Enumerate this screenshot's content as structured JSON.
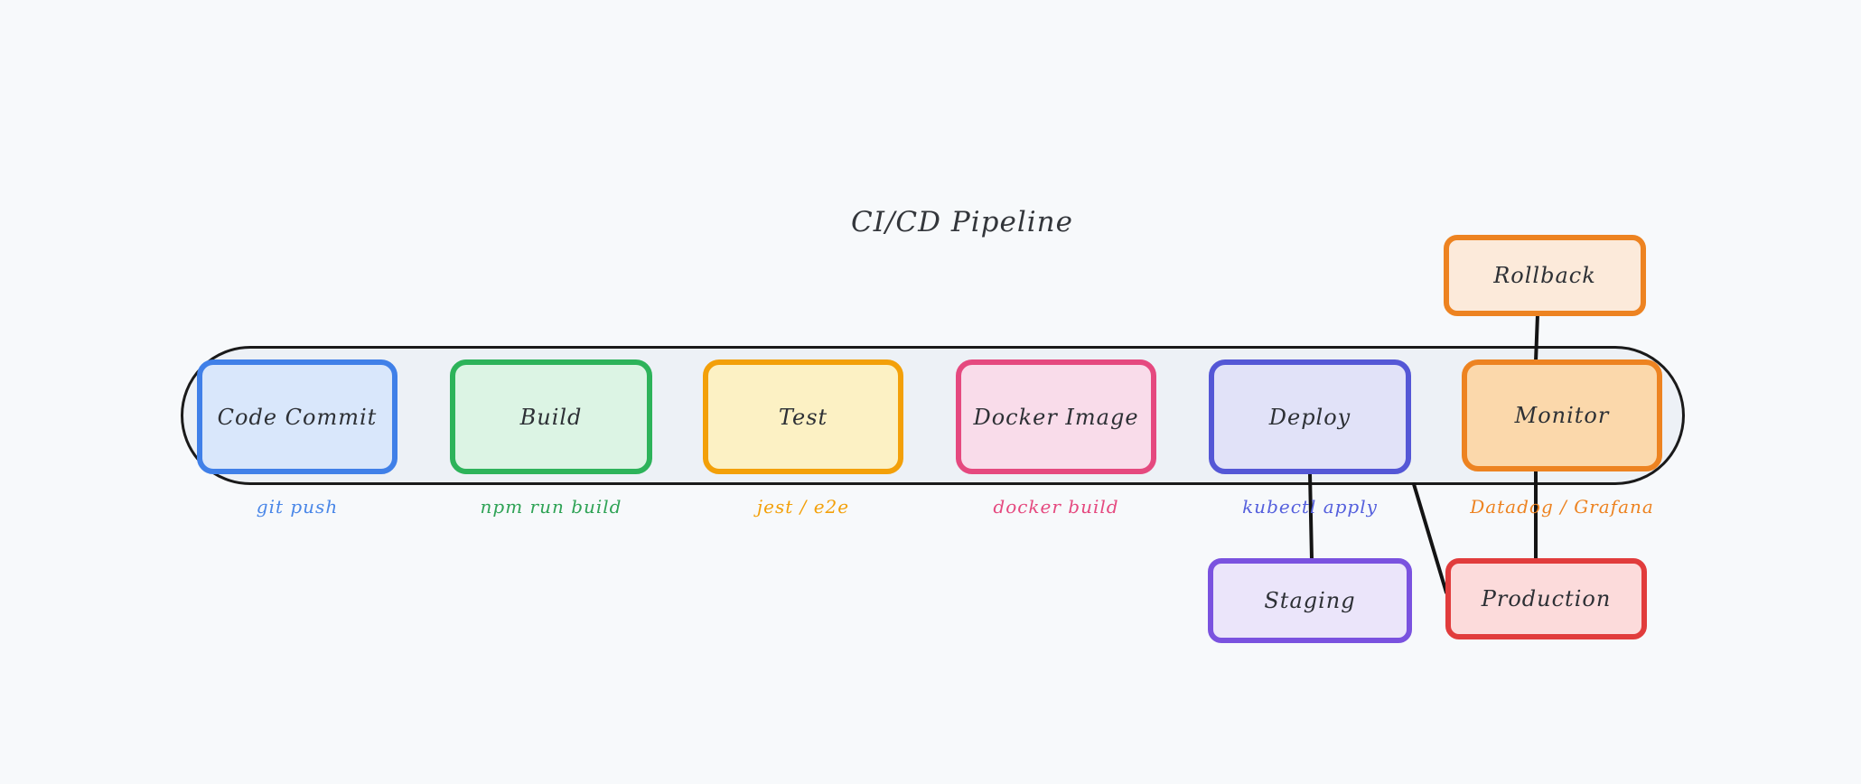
{
  "diagram": {
    "title": "CI/CD Pipeline",
    "canvas_bg": "#f7f9fb",
    "title_color": "#33363b",
    "node_text_color": "#2d3035",
    "connector_color": "#141414",
    "pipeline_container": {
      "shape": "rounded-pill",
      "fill": "#edf1f6",
      "stroke": "#1a1a1a"
    },
    "stages": [
      {
        "label": "Code Commit",
        "sublabel": "git push",
        "stroke": "#4080e8",
        "fill": "#d9e7fb",
        "sublabel_color": "#4a87e8"
      },
      {
        "label": "Build",
        "sublabel": "npm run build",
        "stroke": "#2db35a",
        "fill": "#dcf4e4",
        "sublabel_color": "#2fa356"
      },
      {
        "label": "Test",
        "sublabel": "jest / e2e",
        "stroke": "#f3a009",
        "fill": "#fcf1c4",
        "sublabel_color": "#f3a009"
      },
      {
        "label": "Docker Image",
        "sublabel": "docker build",
        "stroke": "#e5497f",
        "fill": "#f9dcea",
        "sublabel_color": "#e5497f"
      },
      {
        "label": "Deploy",
        "sublabel": "kubectl apply",
        "stroke": "#5457d6",
        "fill": "#e1e2f8",
        "sublabel_color": "#5560dd"
      },
      {
        "label": "Monitor",
        "sublabel": "Datadog / Grafana",
        "stroke": "#ed8321",
        "fill": "#fbd8ab",
        "sublabel_color": "#ed8321"
      }
    ],
    "nodes": [
      {
        "label": "Rollback",
        "stroke": "#ed8321",
        "fill": "#fceada"
      },
      {
        "label": "Staging",
        "stroke": "#7a52df",
        "fill": "#ebe5fa"
      },
      {
        "label": "Production",
        "stroke": "#e13c3c",
        "fill": "#fcdbdb"
      }
    ],
    "connections": [
      {
        "from": "Rollback",
        "to": "Monitor"
      },
      {
        "from": "Deploy",
        "to": "Staging"
      },
      {
        "from": "Deploy",
        "to": "Production"
      },
      {
        "from": "Monitor",
        "to": "Production"
      }
    ]
  }
}
